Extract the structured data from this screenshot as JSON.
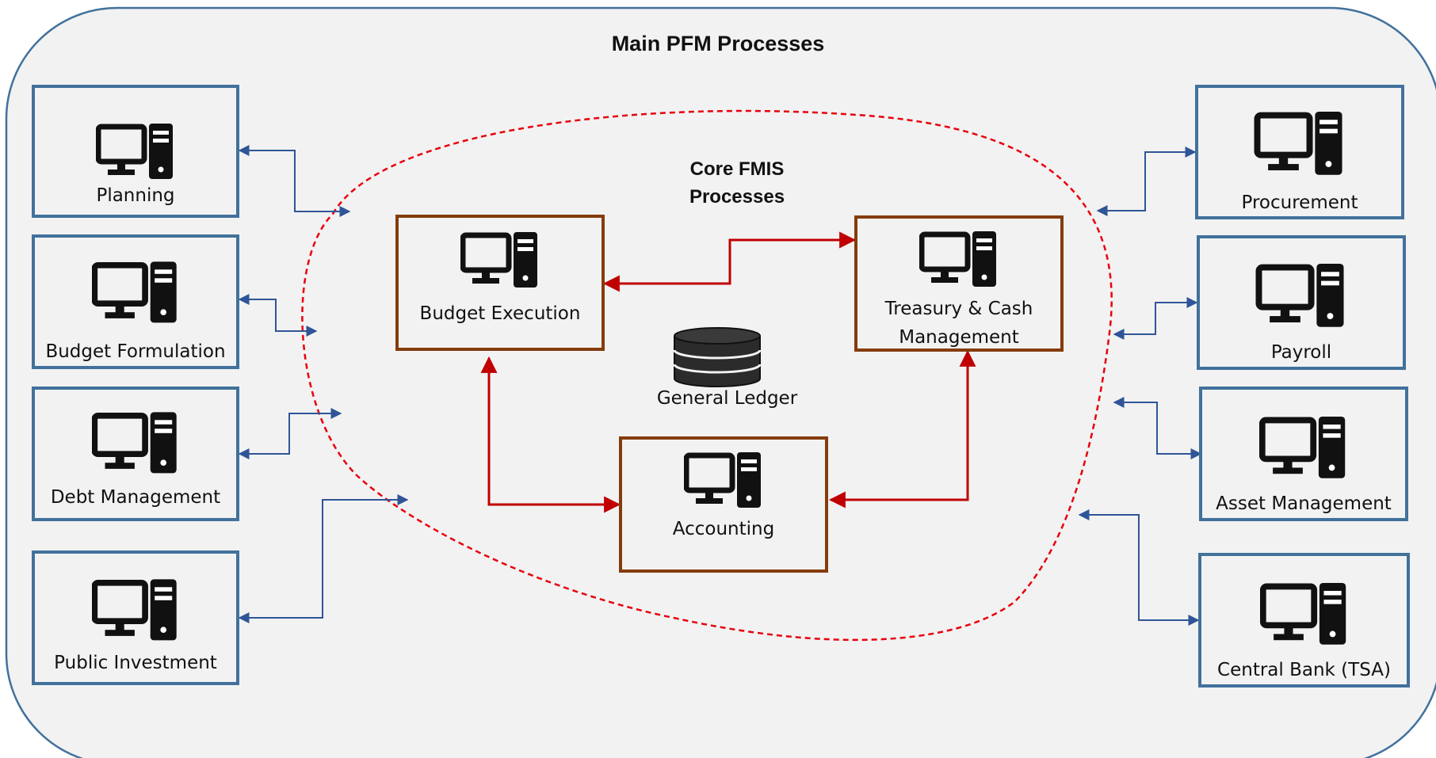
{
  "title": "Main PFM Processes",
  "core": {
    "title": "Core FMIS\nProcesses",
    "budget_execution": "Budget Execution",
    "treasury": "Treasury & Cash\nManagement",
    "accounting": "Accounting",
    "general_ledger": "General Ledger"
  },
  "left_modules": [
    "Planning",
    "Budget Formulation",
    "Debt Management",
    "Public Investment"
  ],
  "right_modules": [
    "Procurement",
    "Payroll",
    "Asset Management",
    "Central Bank (TSA)"
  ],
  "colors": {
    "outer_border": "#41719c",
    "module_border": "#41719c",
    "core_border": "#843c0c",
    "core_link": "#c00000",
    "module_link": "#2f5597",
    "boundary_dash": "#e8000b",
    "background": "#f2f2f2"
  },
  "icons": {
    "module": "computer-icon",
    "ledger": "database-icon"
  }
}
